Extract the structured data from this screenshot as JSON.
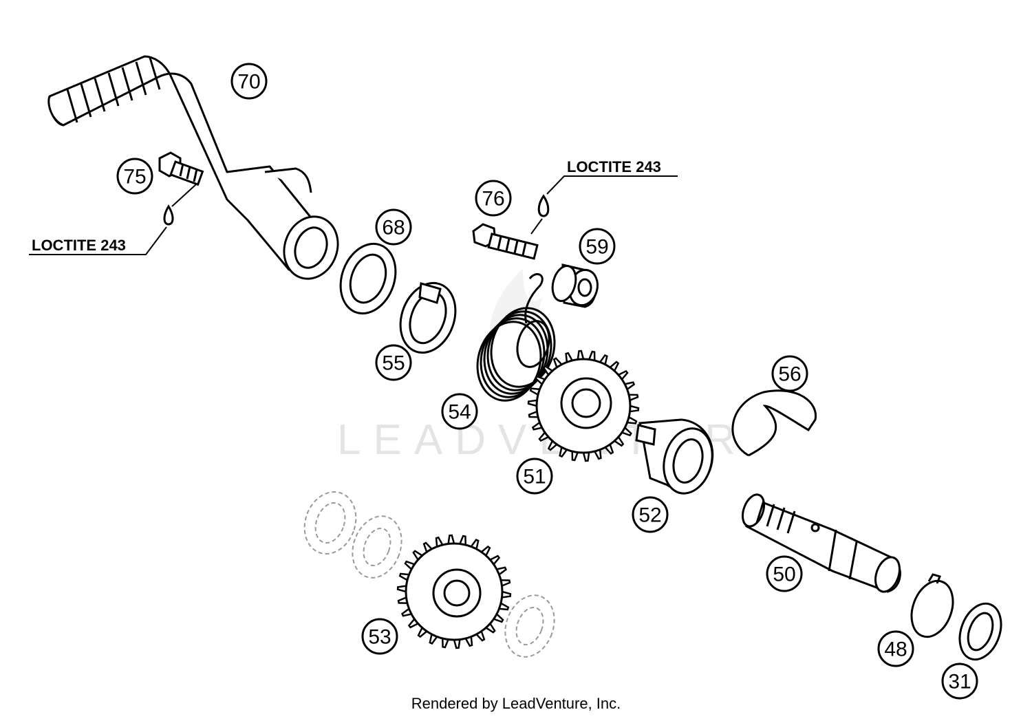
{
  "watermark": "LEADVENTUR",
  "notes": {
    "loctite_left": "LOCTITE 243",
    "loctite_right": "LOCTITE 243"
  },
  "callouts": {
    "c70": "70",
    "c75": "75",
    "c76": "76",
    "c68": "68",
    "c59": "59",
    "c55": "55",
    "c54": "54",
    "c51": "51",
    "c56": "56",
    "c52": "52",
    "c50": "50",
    "c53": "53",
    "c48": "48",
    "c31": "31"
  },
  "footer": "Rendered by LeadVenture, Inc."
}
